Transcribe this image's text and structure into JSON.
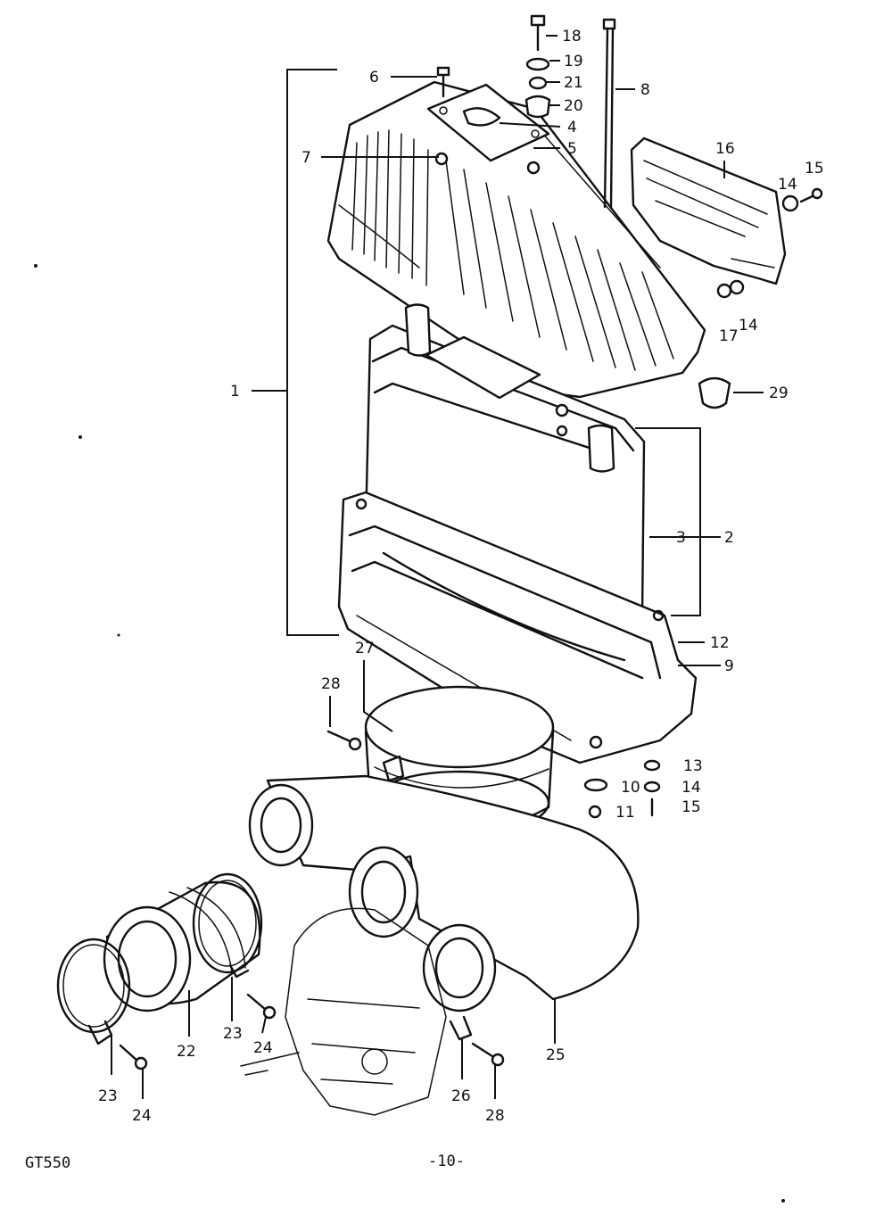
{
  "diagram": {
    "parts": [
      "1",
      "2",
      "3",
      "4",
      "5",
      "6",
      "7",
      "8",
      "9",
      "10",
      "11",
      "12",
      "13",
      "14",
      "15",
      "16",
      "17",
      "18",
      "19",
      "20",
      "21",
      "22",
      "23",
      "24",
      "25",
      "26",
      "27",
      "28",
      "29"
    ],
    "callouts": {
      "c18": "18",
      "c19": "19",
      "c21": "21",
      "c20": "20",
      "c4": "4",
      "c5": "5",
      "c6": "6",
      "c7": "7",
      "c8": "8",
      "c16": "16",
      "c14a": "14",
      "c15a": "15",
      "c17": "17",
      "c14b": "14",
      "c29": "29",
      "c1": "1",
      "c3": "3",
      "c2": "2",
      "c12": "12",
      "c9": "9",
      "c27": "27",
      "c28a": "28",
      "c13": "13",
      "c10": "10",
      "c14c": "14",
      "c11": "11",
      "c15b": "15",
      "c22": "22",
      "c23a": "23",
      "c24a": "24",
      "c23b": "23",
      "c24b": "24",
      "c26": "26",
      "c28b": "28",
      "c25": "25"
    }
  },
  "footer": {
    "model": "GT550",
    "page": "-10-"
  }
}
